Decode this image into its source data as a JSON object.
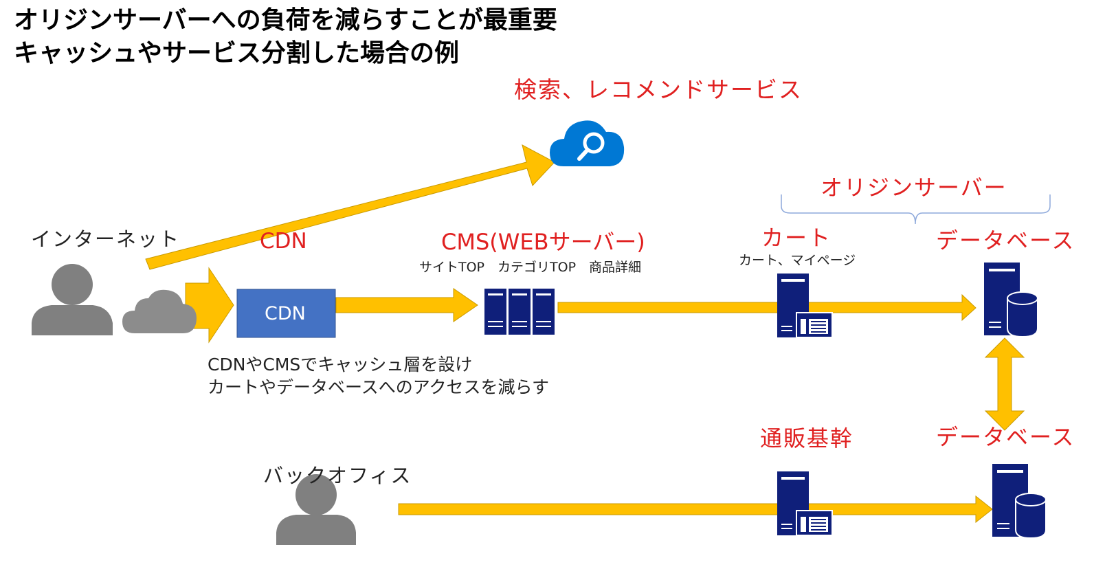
{
  "title": {
    "line1": "オリジンサーバーへの負荷を減らすことが最重要",
    "line2": "キャッシュやサービス分割した場合の例"
  },
  "labels": {
    "search_service": "検索、レコメンドサービス",
    "origin_server": "オリジンサーバー",
    "internet": "インターネット",
    "cdn_arrow": "CDN",
    "cms": "CMS(WEBサーバー)",
    "cms_sub": "サイトTOP　カテゴリTOP　商品詳細",
    "cart": "カート",
    "cart_sub": "カート、マイページ",
    "database_top": "データベース",
    "cdn_box": "CDN",
    "note_line1": "CDNやCMSでキャッシュ層を設け",
    "note_line2": "カートやデータベースへのアクセスを減らす",
    "mail_order": "通販基幹",
    "database_bottom": "データベース",
    "back_office": "バックオフィス"
  },
  "colors": {
    "arrow": "#FFC000",
    "arrow_outline": "#C99A00",
    "cdn_box": "#4472C4",
    "server": "#0F1F7A",
    "user": "#808080",
    "cloud_gray": "#8C8C8C",
    "azure_cloud": "#0078D4",
    "label_red": "#E02020",
    "brace": "#8EA9DB"
  },
  "icons": [
    "user-icon",
    "cloud-icon",
    "search-cloud-icon",
    "server-rack-icon",
    "server-app-icon",
    "database-server-icon"
  ]
}
